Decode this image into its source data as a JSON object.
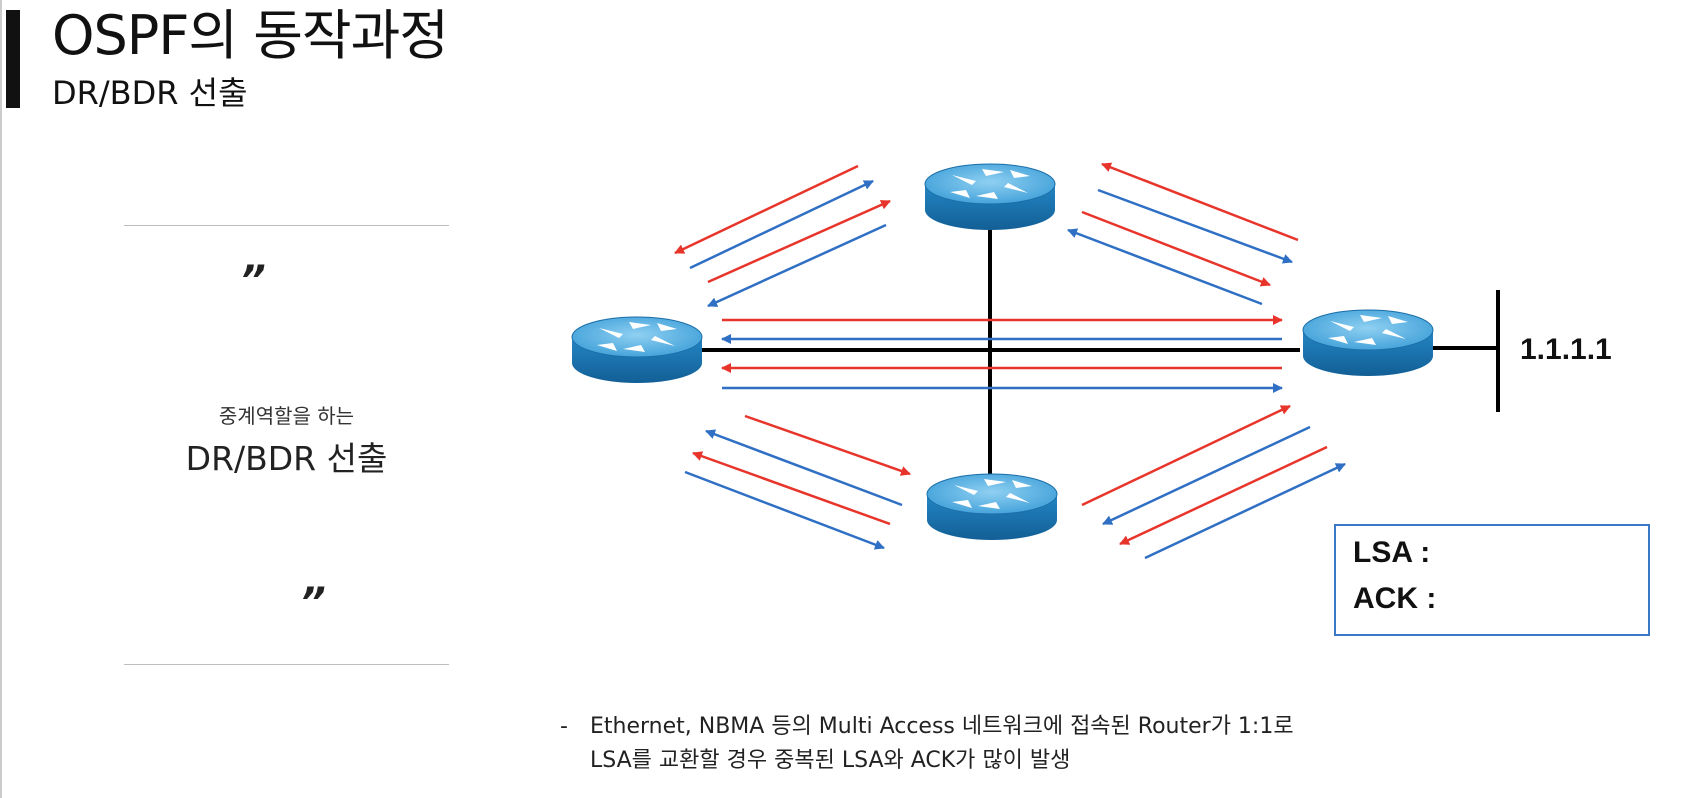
{
  "header": {
    "title": "OSPF의 동작과정",
    "subtitle": "DR/BDR 선출"
  },
  "quote_panel": {
    "open_quote": "”",
    "close_quote": "”",
    "caption_small": "중계역할을 하는",
    "caption_large": "DR/BDR 선출"
  },
  "diagram": {
    "network_address": "1.1.1.1",
    "legend": {
      "lsa_label": "LSA :",
      "ack_label": "ACK :"
    },
    "colors": {
      "lsa": "#e8352b",
      "ack": "#2f6fc4",
      "router_top": "#5fb6e6",
      "router_side": "#1b78b4"
    }
  },
  "note": {
    "bullet": "-",
    "line1": "Ethernet, NBMA 등의 Multi Access 네트워크에 접속된 Router가  1:1로",
    "line2": "LSA를 교환할 경우 중복된 LSA와 ACK가 많이 발생"
  }
}
